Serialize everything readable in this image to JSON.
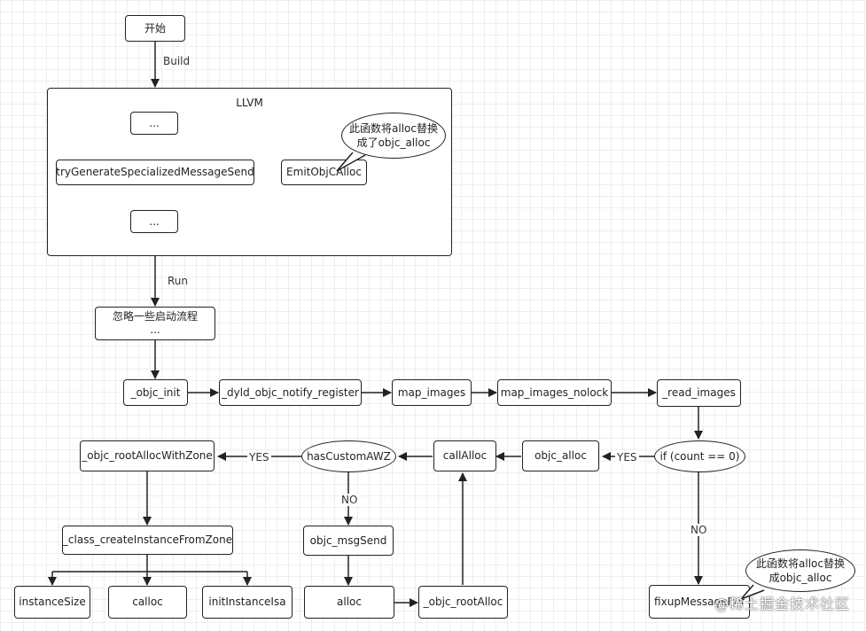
{
  "nodes": {
    "start": "开始",
    "llvm_title": "LLVM",
    "llvm_dots_top": "...",
    "try_generate": "tryGenerateSpecializedMessageSend",
    "emit_objc_alloc": "EmitObjCAlloc",
    "llvm_dots_bottom": "...",
    "ignore_startup": "忽略一些启动流程\n...",
    "objc_init": "_objc_init",
    "dyld_notify": "_dyld_objc_notify_register",
    "map_images": "map_images",
    "map_images_nolock": "map_images_nolock",
    "read_images": "_read_images",
    "if_count": "if (count == 0)",
    "objc_alloc": "objc_alloc",
    "call_alloc": "callAlloc",
    "has_custom_awz": "hasCustomAWZ",
    "root_alloc_with_zone": "_objc_rootAllocWithZone",
    "class_create_instance": "_class_createInstanceFromZone",
    "instance_size": "instanceSize",
    "calloc": "calloc",
    "init_instance_isa": "initInstanceIsa",
    "objc_msg_send": "objc_msgSend",
    "alloc": "alloc",
    "objc_root_alloc": "_objc_rootAlloc",
    "fixup_message_ref": "fixupMessageRef"
  },
  "edge_labels": {
    "build": "Build",
    "run": "Run",
    "yes_count": "YES",
    "yes_awz": "YES",
    "no_awz": "NO",
    "no_count": "NO"
  },
  "bubbles": {
    "llvm_note": "此函数将alloc替换\n成了objc_alloc",
    "fixup_note": "此函数将alloc替换\n成objc_alloc"
  },
  "watermark": "@稀土掘金技术社区"
}
